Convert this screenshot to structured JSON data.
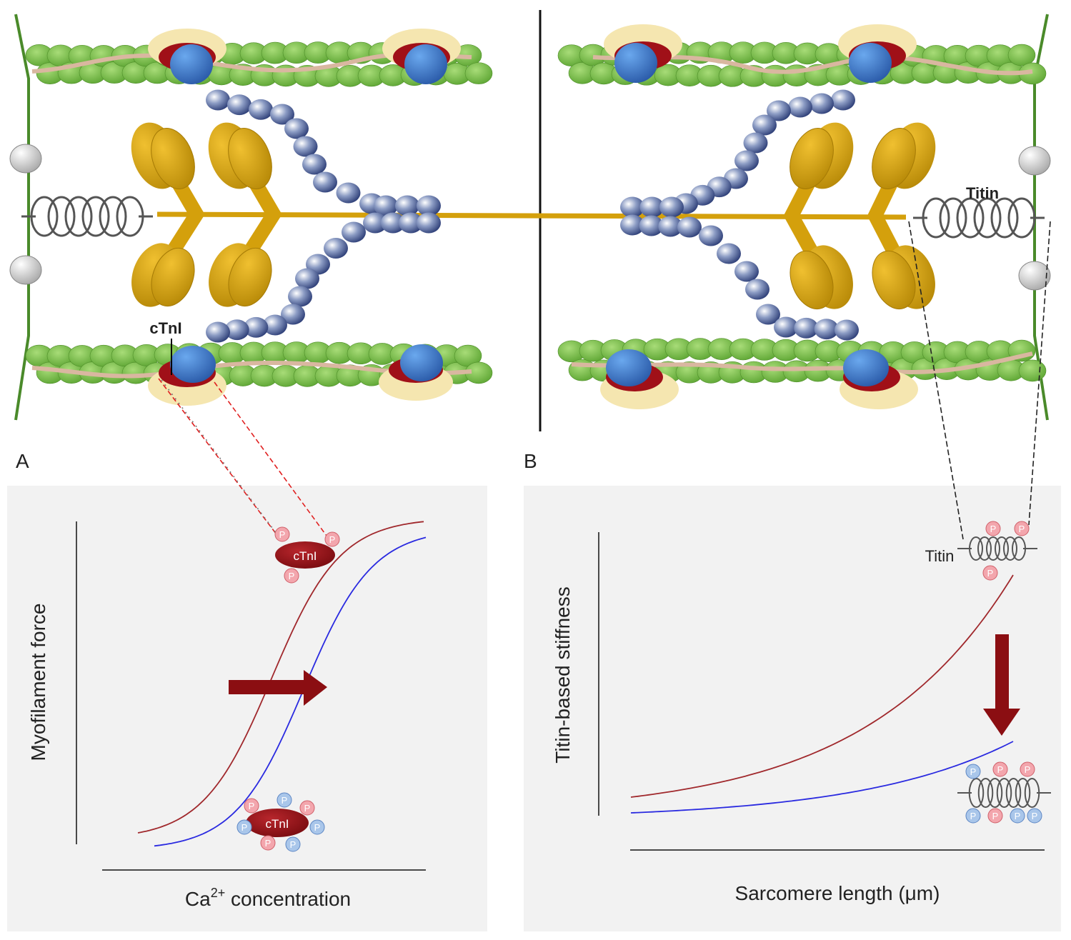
{
  "panels": {
    "a_letter": "A",
    "b_letter": "B"
  },
  "labels": {
    "ctni_top": "cTnI",
    "titin_top": "Titin",
    "ctni_mol": "cTnI",
    "titin_mol": "Titin",
    "phospho": "P"
  },
  "panel_a": {
    "ylabel": "Myofilament force",
    "xlabel_pre": "Ca",
    "xlabel_sup": "2+",
    "xlabel_post": " concentration"
  },
  "panel_b": {
    "ylabel": "Titin-based stiffness",
    "xlabel": "Sarcomere length (μm)"
  },
  "colors": {
    "red_curve": "#a0282c",
    "blue_curve": "#2a2ae0",
    "actin": "#7cc04a",
    "myosin": "#d4a00c",
    "mybp": "#3a4f88",
    "troponin_blue": "#3a78c8",
    "troponin_red": "#a01018",
    "tropo_cream": "#f5e6b0",
    "z_disk": "#4a8a2a",
    "arrow": "#8b0e12",
    "p_red": "#f3a6ad",
    "p_blue": "#a9c6ea"
  }
}
